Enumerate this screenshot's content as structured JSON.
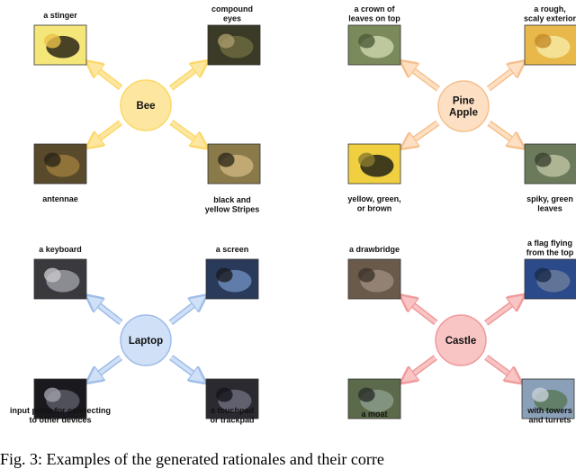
{
  "caption": "Fig. 3: Examples of the generated rationales and their corre",
  "diagrams": [
    {
      "id": "bee",
      "center": [
        "Bee"
      ],
      "color": "#fcd86a",
      "fill": "#fde7a0",
      "labels": {
        "tl": [
          "a stinger"
        ],
        "tr": [
          "compound",
          "eyes"
        ],
        "bl": [
          "antennae"
        ],
        "br": [
          "black and",
          "yellow Stripes"
        ]
      }
    },
    {
      "id": "pineapple",
      "center": [
        "Pine",
        "Apple"
      ],
      "color": "#f6c08c",
      "fill": "#fde0c4",
      "labels": {
        "tl": [
          "a crown of",
          "leaves on top"
        ],
        "tr": [
          "a rough,",
          "scaly exterior"
        ],
        "bl": [
          "yellow, green,",
          "or brown"
        ],
        "br": [
          "spiky, green",
          "leaves"
        ]
      }
    },
    {
      "id": "laptop",
      "center": [
        "Laptop"
      ],
      "color": "#9fbde8",
      "fill": "#cfe0f7",
      "labels": {
        "tl": [
          "a keyboard"
        ],
        "tr": [
          "a screen"
        ],
        "bl": [
          "input ports for connecting",
          "to other devices"
        ],
        "br": [
          "a touchpad",
          "or trackpad"
        ]
      }
    },
    {
      "id": "castle",
      "center": [
        "Castle"
      ],
      "color": "#f09a9a",
      "fill": "#f8c4c4",
      "labels": {
        "tl": [
          "a drawbridge"
        ],
        "tr": [
          "a flag flying",
          "from the top"
        ],
        "bl": [
          "a moat"
        ],
        "br": [
          "with towers",
          "and turrets"
        ]
      }
    }
  ]
}
